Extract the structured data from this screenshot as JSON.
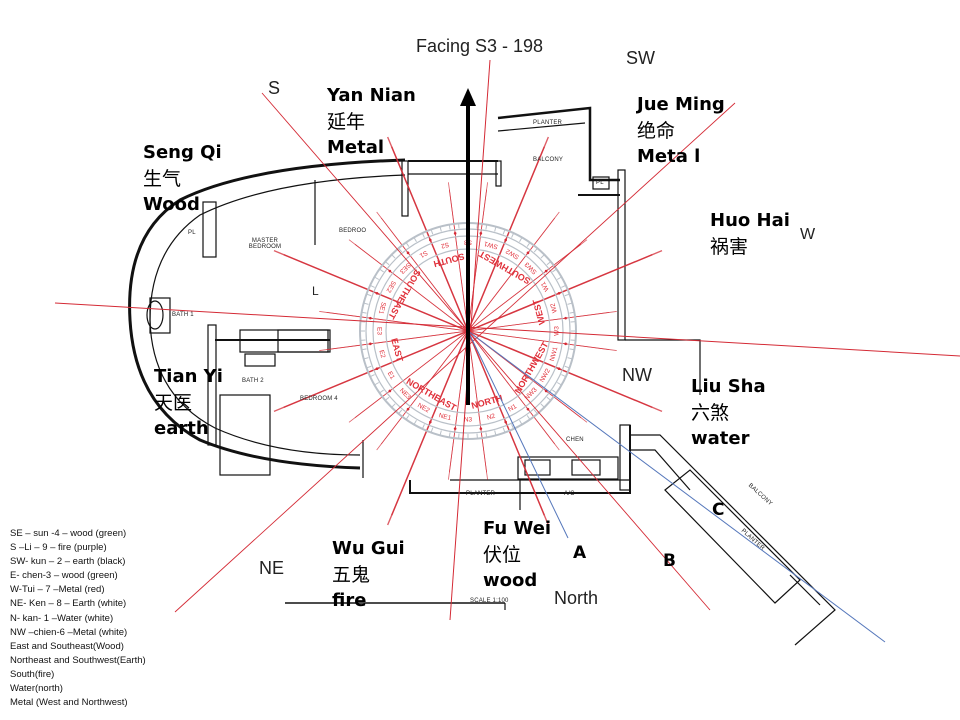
{
  "title": "Facing S3 - 198",
  "directions": {
    "S": "S",
    "SW": "SW",
    "W": "W",
    "NW": "NW",
    "NE": "NE",
    "North": "North"
  },
  "sectors": [
    {
      "id": "seng-qi",
      "name": "Seng Qi",
      "chinese": "生气",
      "element": "Wood"
    },
    {
      "id": "yan-nian",
      "name": "Yan Nian",
      "chinese": "延年",
      "element": "Metal"
    },
    {
      "id": "jue-ming",
      "name": "Jue Ming",
      "chinese": "绝命",
      "element": "Meta l"
    },
    {
      "id": "huo-hai",
      "name": "Huo Hai",
      "chinese": "祸害",
      "element": ""
    },
    {
      "id": "liu-sha",
      "name": "Liu Sha",
      "chinese": "六煞",
      "element": "water"
    },
    {
      "id": "fu-wei",
      "name": "Fu Wei",
      "chinese": "伏位",
      "element": "wood"
    },
    {
      "id": "wu-gui",
      "name": "Wu Gui",
      "chinese": "五鬼",
      "element": "fire"
    },
    {
      "id": "tian-yi",
      "name": "Tian Yi",
      "chinese": "天医",
      "element": "earth"
    }
  ],
  "markers": {
    "A": "A",
    "B": "B",
    "C": "C"
  },
  "rooms": {
    "master": "MASTER BEDROOM",
    "bedroom": "BEDROO",
    "bath1": "BATH 1",
    "bath2": "BATH 2",
    "bedroom4": "BEDROOM 4",
    "planter_top": "PLANTER",
    "balcony_top": "BALCONY",
    "pl1": "PL",
    "pl2": "PL",
    "kitchen": "CHEN",
    "planter_bottom": "PLANTER",
    "ac": "A/C",
    "balcony_right": "BALCONY",
    "planter_right": "PLANTER",
    "scale": "SCALE 1:100",
    "l": "L"
  },
  "compass": {
    "colors": {
      "ring": "#b9c0c8",
      "text": "#e0303a",
      "line": "#d42a35",
      "blue": "#5577bb"
    },
    "directions": [
      "SOUTH",
      "SOUTHWEST",
      "WEST",
      "NORTHWEST",
      "NORTH",
      "NORTHEAST",
      "EAST",
      "SOUTHEAST"
    ],
    "mountains": [
      "S3",
      "SW1",
      "SW2",
      "SW3",
      "W1",
      "W2",
      "W3",
      "NW1",
      "NW2",
      "NW3",
      "N1",
      "N2",
      "N3",
      "NE1",
      "NE2",
      "NE3",
      "E1",
      "E2",
      "E3",
      "SE1",
      "SE2",
      "SE3",
      "S1",
      "S2"
    ]
  },
  "legend": [
    "SE – sun -4 – wood (green)",
    "S –Li – 9 – fire (purple)",
    "SW- kun – 2 – earth (black)",
    "E- chen-3 – wood (green)",
    "W-Tui – 7 –Metal (red)",
    "NE- Ken – 8 – Earth (white)",
    "N- kan- 1 –Water (white)",
    "NW –chien-6 –Metal (white)",
    "East and Southeast(Wood)",
    "Northeast and Southwest(Earth)",
    "South(fire)",
    "Water(north)",
    "Metal (West and Northwest)"
  ]
}
